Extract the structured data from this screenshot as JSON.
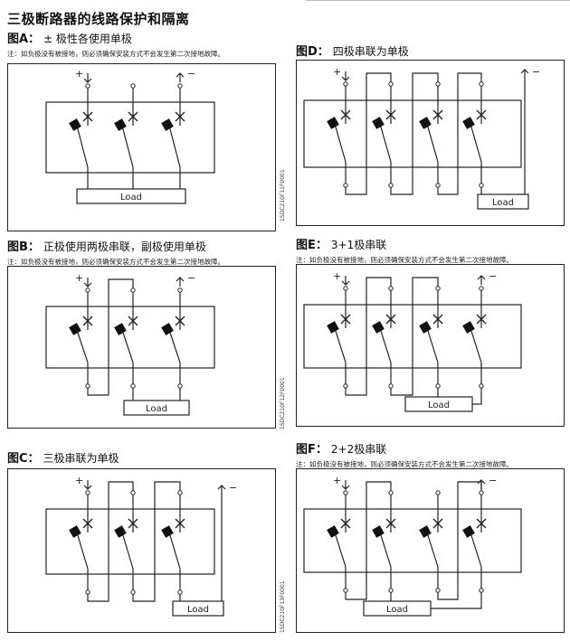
{
  "page": {
    "title": "三极断路器的线路保护和隔离"
  },
  "note_text": "注：如负极没有被接地，则必须确保安装方式不会发生第二次接地故障。",
  "load_label": "Load",
  "polarity": {
    "plus": "+",
    "minus": "−"
  },
  "refs": [
    "1SDC210F11F0001",
    "1SDC210F12F0001",
    "1SDC210F13F0001"
  ],
  "panels": {
    "A": {
      "code": "图A：",
      "desc": "± 极性各使用单极"
    },
    "B": {
      "code": "图B：",
      "desc": "正极使用两极串联，副极使用单极"
    },
    "C": {
      "code": "图C：",
      "desc": "三极串联为单极"
    },
    "D": {
      "code": "图D：",
      "desc": "四极串联为单极"
    },
    "E": {
      "code": "图E：",
      "desc": "3+1极串联"
    },
    "F": {
      "code": "图F：",
      "desc": "2+2极串联"
    }
  },
  "colors": {
    "line": "#222222",
    "contact": "#111111"
  }
}
